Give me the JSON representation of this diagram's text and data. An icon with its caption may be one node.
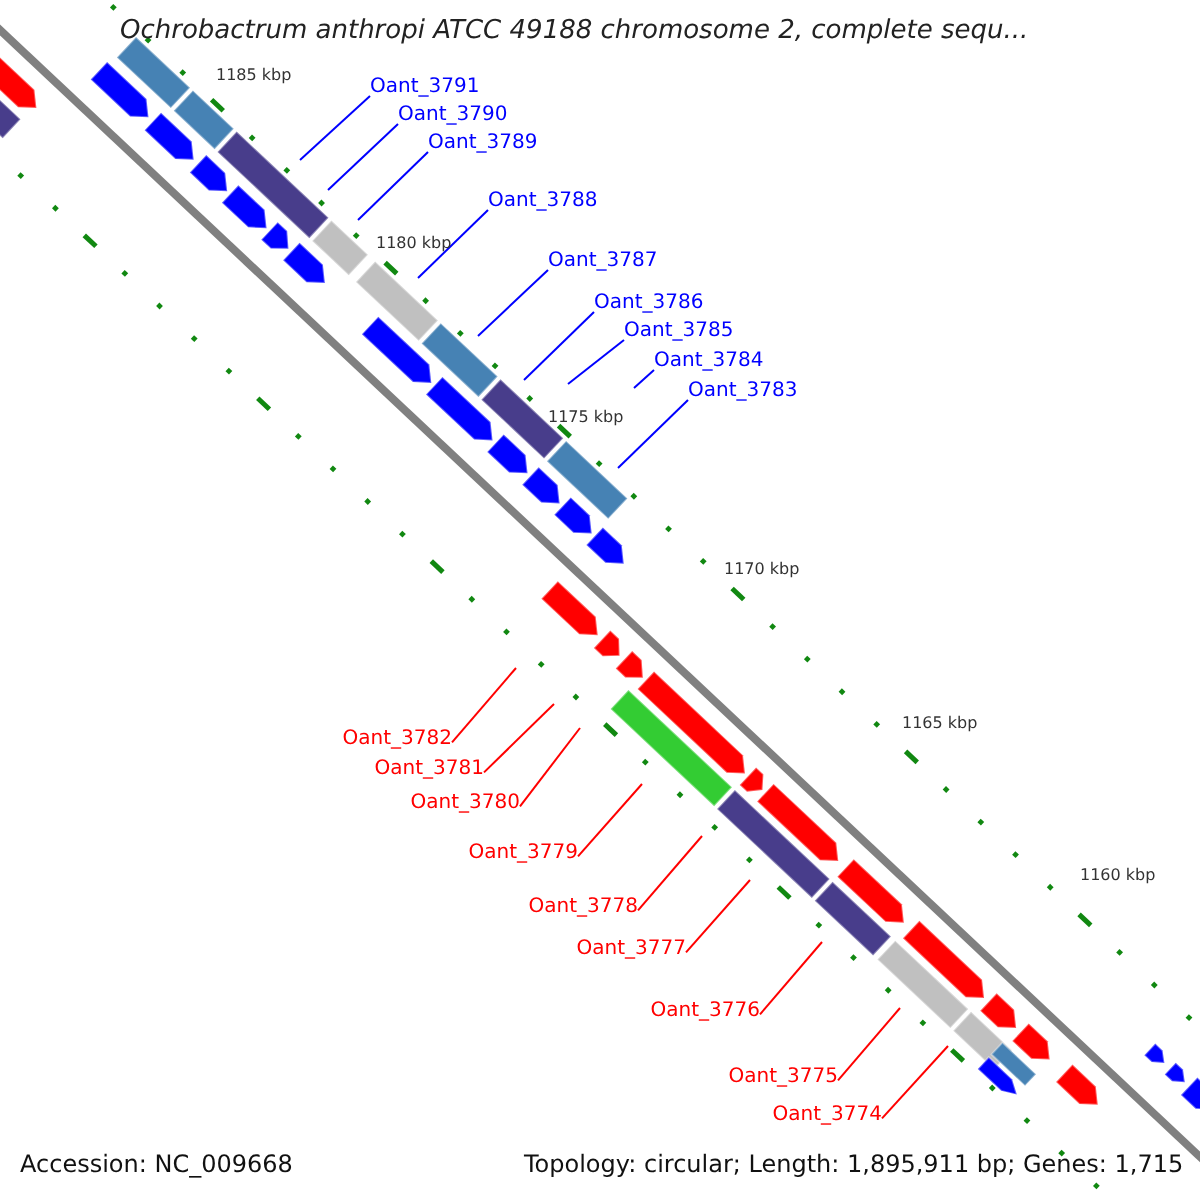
{
  "diagram": {
    "title": "Ochrobactrum anthropi ATCC 49188 chromosome 2, complete sequ...",
    "nodes": [
      {
        "text": [
          "Oant_3791"
        ]
      },
      {
        "text": [
          "Oant_3790"
        ]
      },
      {
        "text": [
          "Oant_3789"
        ]
      },
      {
        "text": [
          "Oant_3788"
        ]
      },
      {
        "text": [
          "Oant_3787"
        ]
      },
      {
        "text": [
          "Oant_3786"
        ]
      },
      {
        "text": [
          "Oant_3785"
        ]
      },
      {
        "text": [
          "Oant_3784"
        ]
      },
      {
        "text": [
          "Oant_3783"
        ]
      },
      {
        "text": [
          "Oant_3782"
        ]
      },
      {
        "text": [
          "Oant_3781"
        ]
      },
      {
        "text": [
          "Oant_3780"
        ]
      },
      {
        "text": [
          "Oant_3779"
        ]
      },
      {
        "text": [
          "Oant_3778"
        ]
      },
      {
        "text": [
          "Oant_3777"
        ]
      },
      {
        "text": [
          "Oant_3776"
        ]
      },
      {
        "text": [
          "Oant_3775"
        ]
      },
      {
        "text": [
          "Oant_3774"
        ]
      }
    ],
    "edges": [
      {
        "from": 0,
        "to": null,
        "arrow": "none",
        "color": "#0000ff"
      },
      {
        "from": 1,
        "to": null,
        "arrow": "none",
        "color": "#0000ff"
      },
      {
        "from": 2,
        "to": null,
        "arrow": "none",
        "color": "#0000ff"
      },
      {
        "from": 3,
        "to": null,
        "arrow": "none",
        "color": "#0000ff"
      },
      {
        "from": 4,
        "to": null,
        "arrow": "none",
        "color": "#0000ff"
      },
      {
        "from": 5,
        "to": null,
        "arrow": "none",
        "color": "#0000ff"
      },
      {
        "from": 6,
        "to": null,
        "arrow": "none",
        "color": "#0000ff"
      },
      {
        "from": 7,
        "to": null,
        "arrow": "none",
        "color": "#0000ff"
      },
      {
        "from": 8,
        "to": null,
        "arrow": "none",
        "color": "#0000ff"
      },
      {
        "from": 9,
        "to": null,
        "arrow": "none",
        "color": "#ff0000"
      },
      {
        "from": 10,
        "to": null,
        "arrow": "none",
        "color": "#ff0000"
      },
      {
        "from": 11,
        "to": null,
        "arrow": "none",
        "color": "#ff0000"
      },
      {
        "from": 12,
        "to": null,
        "arrow": "none",
        "color": "#ff0000"
      },
      {
        "from": 13,
        "to": null,
        "arrow": "none",
        "color": "#ff0000"
      },
      {
        "from": 14,
        "to": null,
        "arrow": "none",
        "color": "#ff0000"
      },
      {
        "from": 15,
        "to": null,
        "arrow": "none",
        "color": "#ff0000"
      },
      {
        "from": 16,
        "to": null,
        "arrow": "none",
        "color": "#ff0000"
      },
      {
        "from": 17,
        "to": null,
        "arrow": "none",
        "color": "#ff0000"
      }
    ],
    "labels": [
      "1185 kbp",
      "1180 kbp",
      "1175 kbp",
      "1170 kbp",
      "1165 kbp",
      "1160 kbp",
      "Accession: NC_009668",
      "Topology: circular; Length: 1,895,911 bp; Genes: 1,715"
    ]
  }
}
